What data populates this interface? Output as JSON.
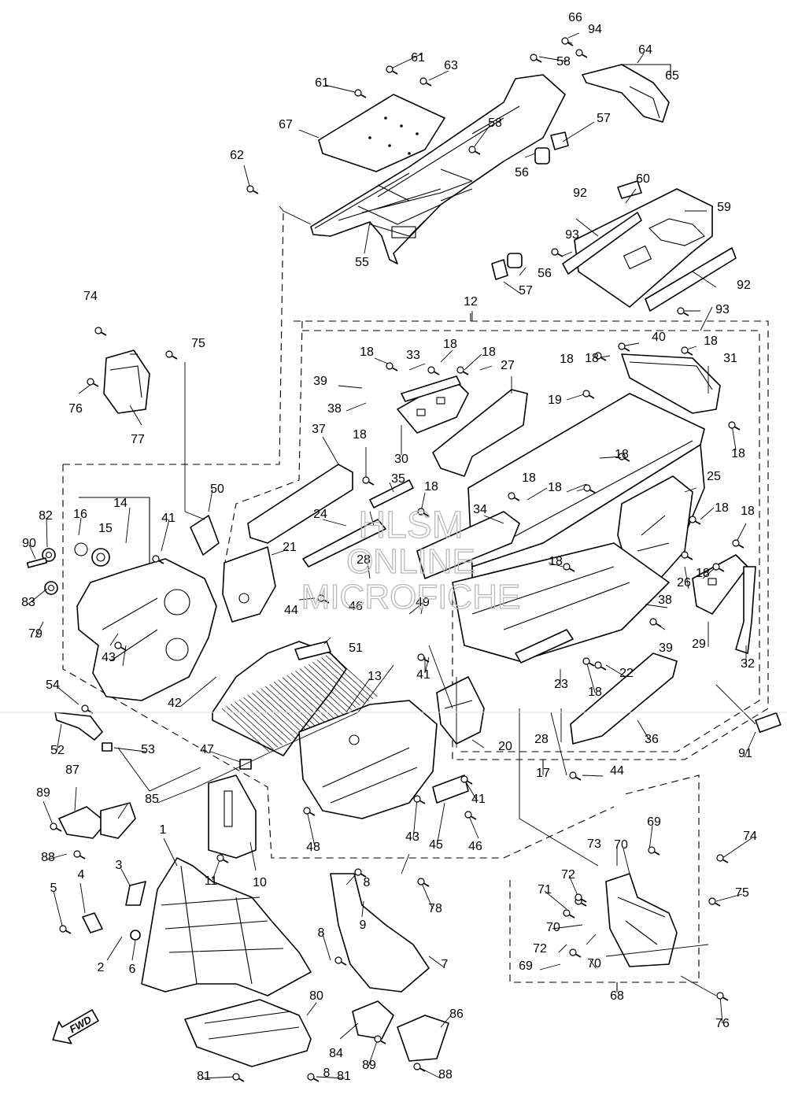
{
  "watermark": {
    "line1": "HLSM",
    "line2": "ONLINE",
    "line3": "MICROFICHE"
  },
  "direction_marker": {
    "label": "FWD",
    "icon": "forward-arrow-icon"
  },
  "callouts": [
    "1",
    "2",
    "3",
    "4",
    "5",
    "6",
    "7",
    "8",
    "8",
    "8",
    "9",
    "10",
    "11",
    "12",
    "13",
    "14",
    "15",
    "16",
    "17",
    "18",
    "18",
    "18",
    "18",
    "18",
    "18",
    "18",
    "18",
    "18",
    "18",
    "18",
    "18",
    "18",
    "18",
    "18",
    "18",
    "18",
    "19",
    "20",
    "21",
    "22",
    "23",
    "24",
    "25",
    "26",
    "27",
    "28",
    "28",
    "29",
    "30",
    "31",
    "32",
    "33",
    "34",
    "35",
    "36",
    "37",
    "38",
    "38",
    "39",
    "39",
    "40",
    "41",
    "41",
    "41",
    "42",
    "43",
    "43",
    "44",
    "44",
    "45",
    "46",
    "46",
    "47",
    "48",
    "49",
    "50",
    "51",
    "52",
    "53",
    "54",
    "55",
    "56",
    "56",
    "57",
    "57",
    "58",
    "58",
    "59",
    "60",
    "61",
    "61",
    "62",
    "63",
    "64",
    "65",
    "66",
    "67",
    "68",
    "69",
    "69",
    "70",
    "70",
    "70",
    "71",
    "72",
    "72",
    "73",
    "74",
    "74",
    "75",
    "75",
    "76",
    "76",
    "77",
    "78",
    "79",
    "80",
    "81",
    "81",
    "82",
    "83",
    "84",
    "85",
    "86",
    "87",
    "88",
    "88",
    "89",
    "89",
    "90",
    "91",
    "92",
    "92",
    "93",
    "93",
    "94"
  ]
}
